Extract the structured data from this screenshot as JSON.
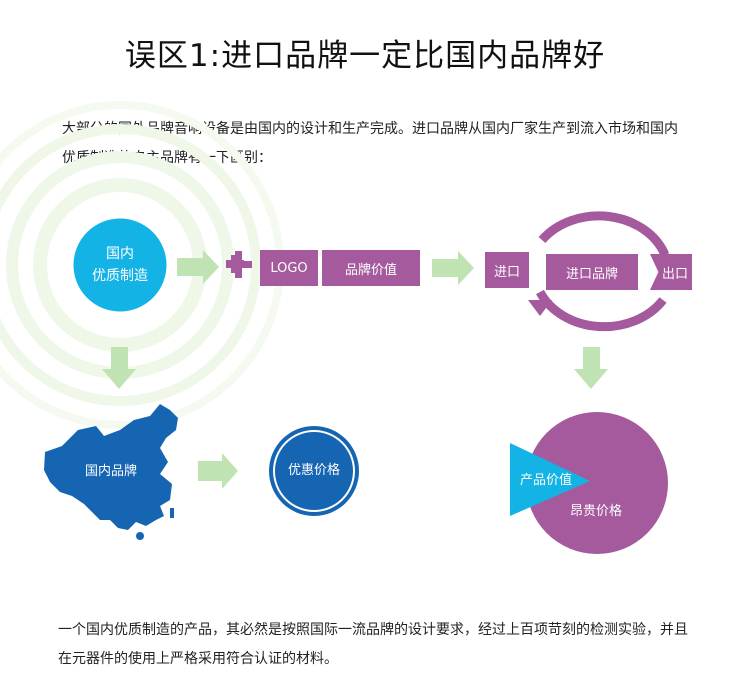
{
  "title": "误区1:进口品牌一定比国内品牌好",
  "intro": "大部分的国外品牌音响设备是由国内的设计和生产完成。进口品牌从国内厂家生产到流入市场和国内优质制造的自主品牌有一下区别：",
  "domestic_circle": {
    "line1": "国内",
    "line2": "优质制造"
  },
  "logo_box": "LOGO",
  "brand_value_box": "品牌价值",
  "import_box": "进口",
  "import_brand_box": "进口品牌",
  "export_box": "出口",
  "map_label": "国内品牌",
  "discount_circle": "优惠价格",
  "product_value": "产品价值",
  "expensive_price": "昂贵价格",
  "conclusion": "一个国内优质制造的产品，其必然是按照国际一流品牌的设计要求，经过上百项苛刻的检测实验，并且在元器件的使用上严格采用符合认证的材料。",
  "colors": {
    "purple": "#a45a9c",
    "cyan": "#13b3e6",
    "blue": "#1565b3",
    "light_green": "#bfe3b3",
    "ring_green": "#eef7e8"
  }
}
